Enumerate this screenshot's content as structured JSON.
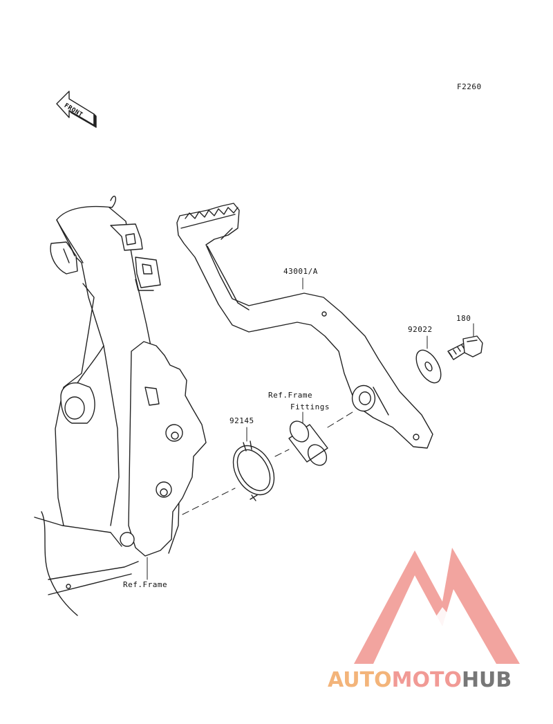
{
  "diagram": {
    "code": "F2260",
    "front_arrow": "FRONT",
    "labels": {
      "pedal": "43001/A",
      "washer": "92022",
      "bolt": "180",
      "spring": "92145",
      "fittings_line1": "Ref.Frame",
      "fittings_line2": "Fittings",
      "frame": "Ref.Frame"
    }
  },
  "watermark": {
    "part1": "AUTO",
    "part2": "MOTO",
    "part3": "HUB",
    "colors": {
      "auto": "#f3b47a",
      "moto": "#f19a95",
      "hub": "#777777",
      "logo": "#f19a95"
    }
  }
}
